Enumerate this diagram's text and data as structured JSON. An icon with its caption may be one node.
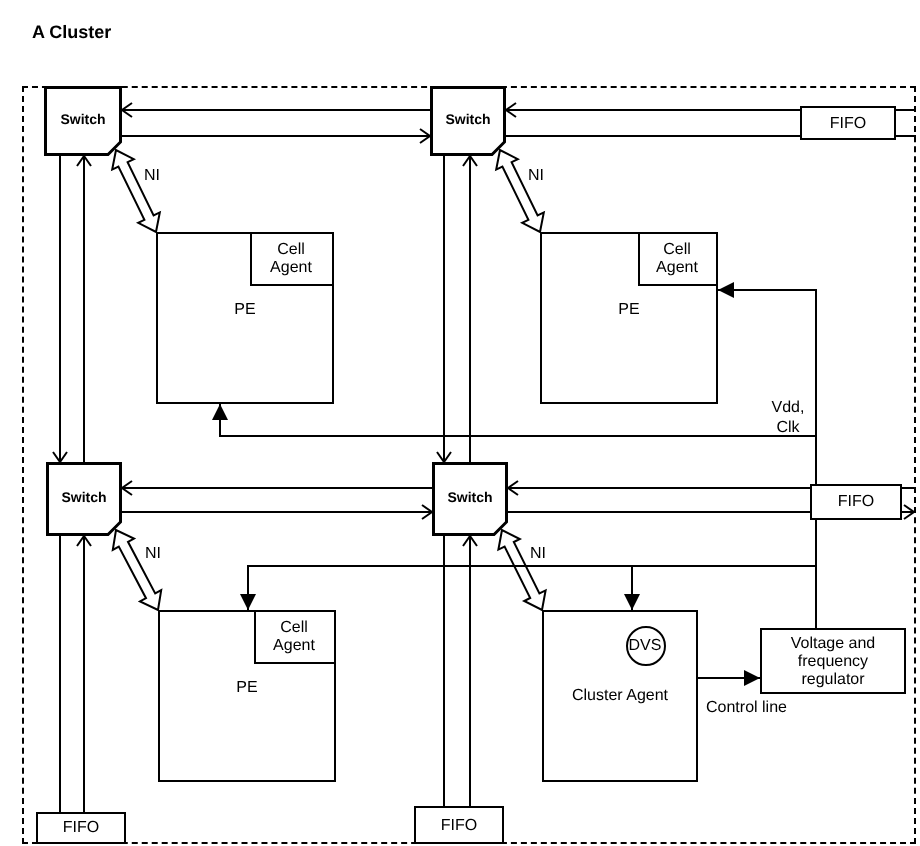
{
  "diagram": {
    "nodes": [
      {
        "text": [
          "A Cluster"
        ]
      },
      {
        "text": [
          "Switch"
        ],
        "in": 0
      },
      {
        "text": [
          "Switch"
        ],
        "in": 0
      },
      {
        "text": [
          "FIFO"
        ],
        "in": 0
      },
      {
        "text": [
          "PE"
        ],
        "in": 0
      },
      {
        "text": [
          "Cell Agent"
        ],
        "in": 4
      },
      {
        "text": [
          "PE"
        ],
        "in": 0
      },
      {
        "text": [
          "Cell Agent"
        ],
        "in": 6
      },
      {
        "text": [
          "Switch"
        ],
        "in": 0
      },
      {
        "text": [
          "Switch"
        ],
        "in": 0
      },
      {
        "text": [
          "FIFO"
        ],
        "in": 0
      },
      {
        "text": [
          "PE"
        ],
        "in": 0
      },
      {
        "text": [
          "Cell Agent"
        ],
        "in": 11
      },
      {
        "text": [
          "Cluster Agent"
        ],
        "in": 0
      },
      {
        "text": [
          "DVS"
        ],
        "in": 13
      },
      {
        "text": [
          "Voltage and frequency regulator"
        ],
        "in": 0
      },
      {
        "text": [
          "FIFO"
        ],
        "in": 0
      },
      {
        "text": [
          "FIFO"
        ],
        "in": 0
      }
    ],
    "edges": [
      {
        "from": 2,
        "to": 1,
        "arrow": "to"
      },
      {
        "from": 1,
        "to": 2,
        "arrow": "to"
      },
      {
        "from": 3,
        "to": 2,
        "arrow": "to"
      },
      {
        "from": 2,
        "to": 3,
        "arrow": "none"
      },
      {
        "from": 1,
        "to": 8,
        "arrow": "to"
      },
      {
        "from": 8,
        "to": 1,
        "arrow": "to"
      },
      {
        "from": 2,
        "to": 9,
        "arrow": "to"
      },
      {
        "from": 9,
        "to": 2,
        "arrow": "to"
      },
      {
        "from": 9,
        "to": 8,
        "arrow": "to"
      },
      {
        "from": 8,
        "to": 9,
        "arrow": "to"
      },
      {
        "from": 10,
        "to": 9,
        "arrow": "to"
      },
      {
        "from": 9,
        "to": 10,
        "arrow": "none"
      },
      {
        "from": 16,
        "to": 8,
        "arrow": "to"
      },
      {
        "from": 8,
        "to": 16,
        "arrow": "none"
      },
      {
        "from": 17,
        "to": 9,
        "arrow": "to"
      },
      {
        "from": 9,
        "to": 17,
        "arrow": "none"
      },
      {
        "from": 1,
        "to": 4,
        "arrow": "both",
        "style": "thick",
        "label": "NI"
      },
      {
        "from": 2,
        "to": 6,
        "arrow": "both",
        "style": "thick",
        "label": "NI"
      },
      {
        "from": 8,
        "to": 11,
        "arrow": "both",
        "style": "thick",
        "label": "NI"
      },
      {
        "from": 9,
        "to": 13,
        "arrow": "both",
        "style": "thick",
        "label": "NI"
      },
      {
        "from": 15,
        "to": 7,
        "arrow": "to"
      },
      {
        "from": 15,
        "to": 4,
        "arrow": "to"
      },
      {
        "from": 15,
        "to": 11,
        "arrow": "to"
      },
      {
        "from": 15,
        "to": 13,
        "arrow": "to"
      },
      {
        "from": 13,
        "to": 15,
        "arrow": "to",
        "label": "Control line"
      }
    ],
    "labels": [
      "Vdd, Clk"
    ]
  }
}
